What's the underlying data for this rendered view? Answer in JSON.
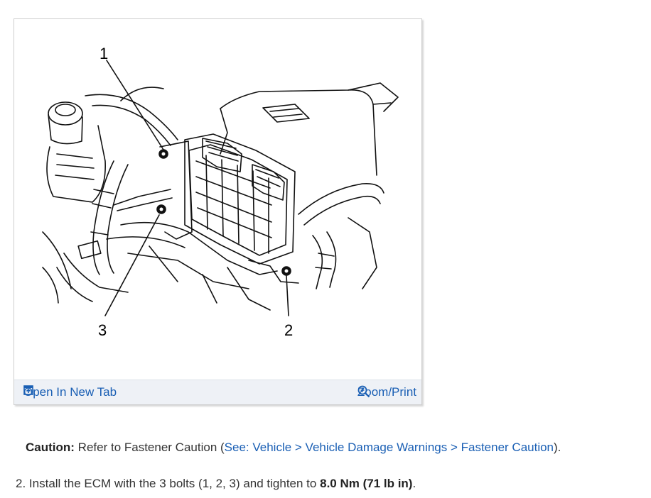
{
  "figure": {
    "callouts": [
      "1",
      "2",
      "3"
    ],
    "open_tab_label": "Open In New Tab",
    "zoom_label": "Zoom/Print",
    "open_tab_icon": "open-in-new-tab-icon",
    "zoom_icon": "zoom-magnifier-icon",
    "link_color": "#1a5fb4"
  },
  "caution": {
    "label": "Caution:",
    "text": "Refer to Fastener Caution (",
    "link": "See: Vehicle > Vehicle Damage Warnings > Fastener Caution",
    "end": ")."
  },
  "step": {
    "number": "2.",
    "text": "Install the ECM with the 3 bolts (1, 2, 3) and tighten to",
    "torque": "8.0 Nm (71 lb in)",
    "end": "."
  }
}
